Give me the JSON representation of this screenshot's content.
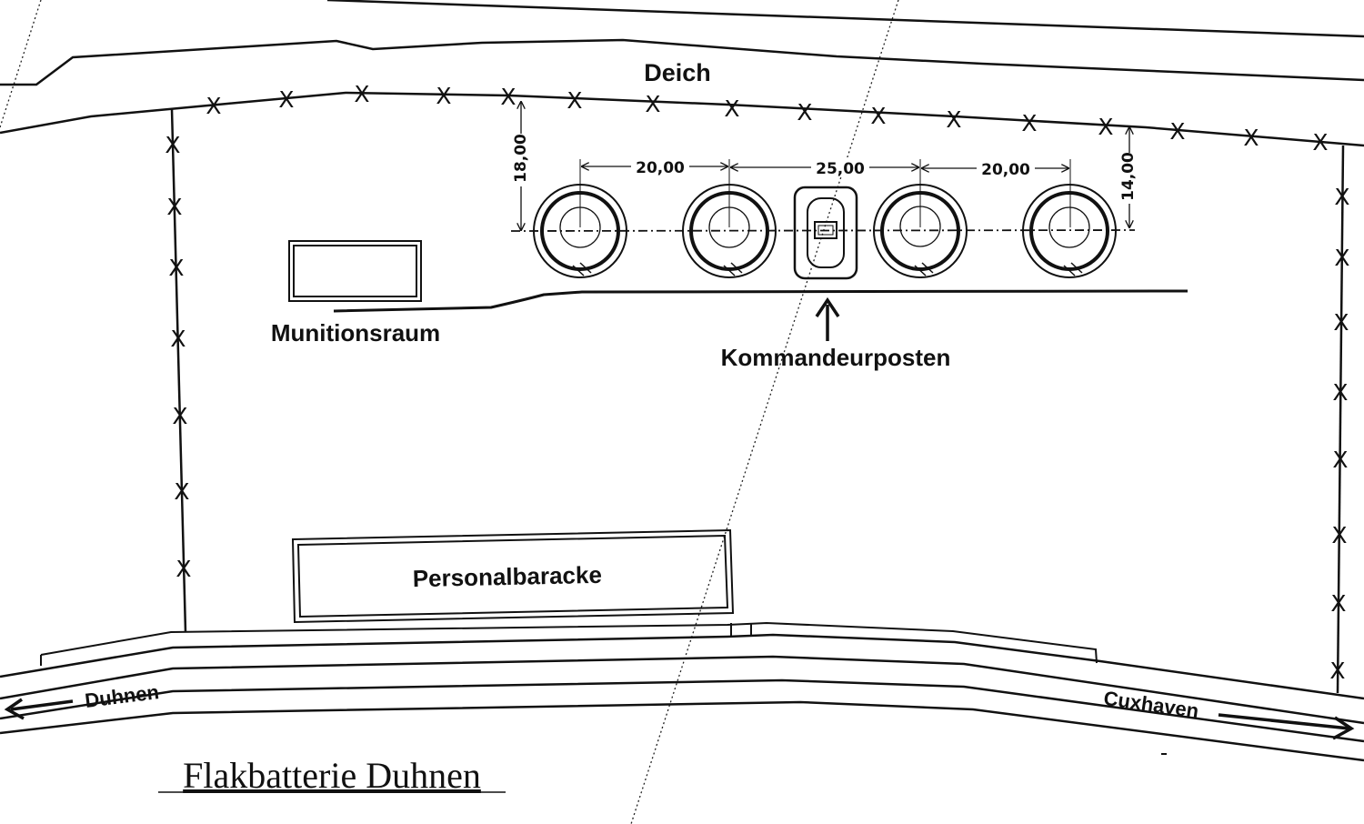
{
  "title": "Flakbatterie Duhnen",
  "labels": {
    "deich": "Deich",
    "munitionsraum": "Munitionsraum",
    "kommandeurposten": "Kommandeurposten",
    "personalbaracke": "Personalbaracke",
    "duhnen": "Duhnen",
    "cuxhaven": "Cuxhaven"
  },
  "dimensions": {
    "gun_spacing_1": "20,00",
    "gun_spacing_2": "25,00",
    "gun_spacing_3": "20,00",
    "depth_left": "18,00",
    "depth_right": "14,00"
  },
  "fence_marker": "X",
  "colors": {
    "line": "#111111",
    "background": "#ffffff"
  }
}
